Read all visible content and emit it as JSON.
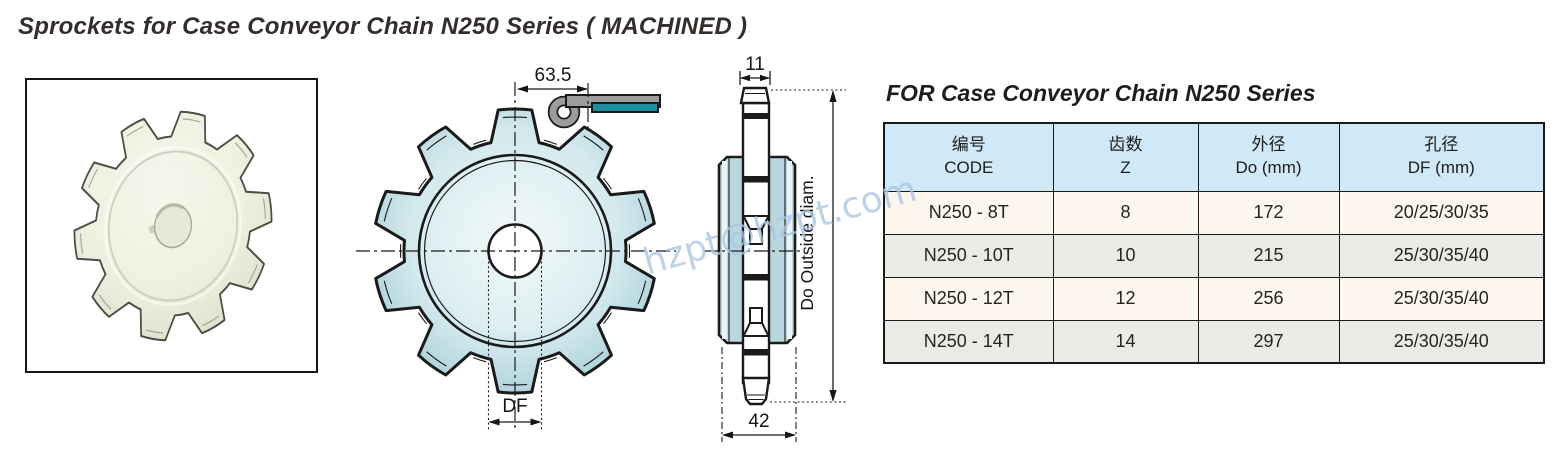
{
  "page": {
    "title": "Sprockets for Case Conveyor Chain N250 Series ( MACHINED )"
  },
  "watermark": {
    "text": "hzpt@hzpt.com"
  },
  "drawing": {
    "front_top_dim": "63.5",
    "bore_dim_label": "DF",
    "side_top_dim": "11",
    "side_bottom_dim": "42",
    "outside_diameter_label": "Do  Outside diam."
  },
  "table_section": {
    "heading": "FOR Case Conveyor Chain N250 Series",
    "table": {
      "columns": [
        {
          "zh": "编号",
          "en": "CODE"
        },
        {
          "zh": "齿数",
          "en": "Z"
        },
        {
          "zh": "外径",
          "en": "Do (mm)"
        },
        {
          "zh": "孔径",
          "en": "DF (mm)"
        }
      ],
      "rows": [
        {
          "code": "N250 - 8T",
          "z": "8",
          "do": "172",
          "df": "20/25/30/35"
        },
        {
          "code": "N250 - 10T",
          "z": "10",
          "do": "215",
          "df": "25/30/35/40"
        },
        {
          "code": "N250 - 12T",
          "z": "12",
          "do": "256",
          "df": "25/30/35/40"
        },
        {
          "code": "N250 - 14T",
          "z": "14",
          "do": "297",
          "df": "25/30/35/40"
        }
      ]
    }
  },
  "colors": {
    "line": "#1a1a1a",
    "header_bg": "#cfe9f7",
    "row_cream": "#fdf6ec",
    "row_gray": "#eaebe7",
    "sprocket_blue": "#c6e0e7",
    "side_body_blue": "#bad7dd",
    "teal_plate": "#1e8f9e",
    "link_gray": "#9c9c9c",
    "watermark_blue": "#a9c6e3",
    "photo_ivory": "#edefe0"
  }
}
